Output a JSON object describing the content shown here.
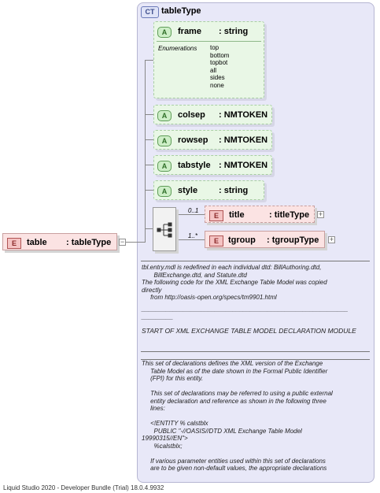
{
  "complex_type": {
    "badge": "CT",
    "name": "tableType"
  },
  "attributes": {
    "frame": {
      "badge": "A",
      "name": "frame",
      "type": ": string",
      "enum_label": "Enumerations",
      "enums": [
        "top",
        "bottom",
        "topbot",
        "all",
        "sides",
        "none"
      ]
    },
    "colsep": {
      "badge": "A",
      "name": "colsep",
      "type": ": NMTOKEN"
    },
    "rowsep": {
      "badge": "A",
      "name": "rowsep",
      "type": ": NMTOKEN"
    },
    "tabstyle": {
      "badge": "A",
      "name": "tabstyle",
      "type": ": NMTOKEN"
    },
    "style": {
      "badge": "A",
      "name": "style",
      "type": ": string"
    }
  },
  "root_element": {
    "badge": "E",
    "name": "table",
    "type": ": tableType"
  },
  "children": {
    "title": {
      "badge": "E",
      "name": "title",
      "type": ": titleType",
      "cardinality": "0..1"
    },
    "tgroup": {
      "badge": "E",
      "name": "tgroup",
      "type": ": tgroupType",
      "cardinality": "1..*"
    }
  },
  "documentation": {
    "block1": "tbl.entry.mdl is redefined in each individual dtd: BillAuthoring.dtd,\n       BillExchange.dtd, and Statute.dtd\nThe following code for the XML Exchange Table Model was copied\ndirectly\n     from http://oasis-open.org/specs/tm9901.html",
    "dashes": "___________________________________________________________\n_________",
    "block2": "START OF XML EXCHANGE TABLE MODEL DECLARATION MODULE",
    "block3": "This set of declarations defines the XML version of the Exchange\n     Table Model as of the date shown in the Formal Public Identifier\n     (FPI) for this entity.\n\n     This set of declarations may be referred to using a public external\n     entity declaration and reference as shown in the following three\n     lines:\n\n     <!ENTITY % calstblx\n       PUBLIC \"-//OASIS//DTD XML Exchange Table Model\n19990315//EN\">\n       %calstblx;\n\n     If various parameter entities used within this set of declarations\n     are to be given non-default values, the appropriate declarations"
  },
  "footer": "Liquid Studio 2020 - Developer Bundle (Trial) 18.0.4.9932"
}
